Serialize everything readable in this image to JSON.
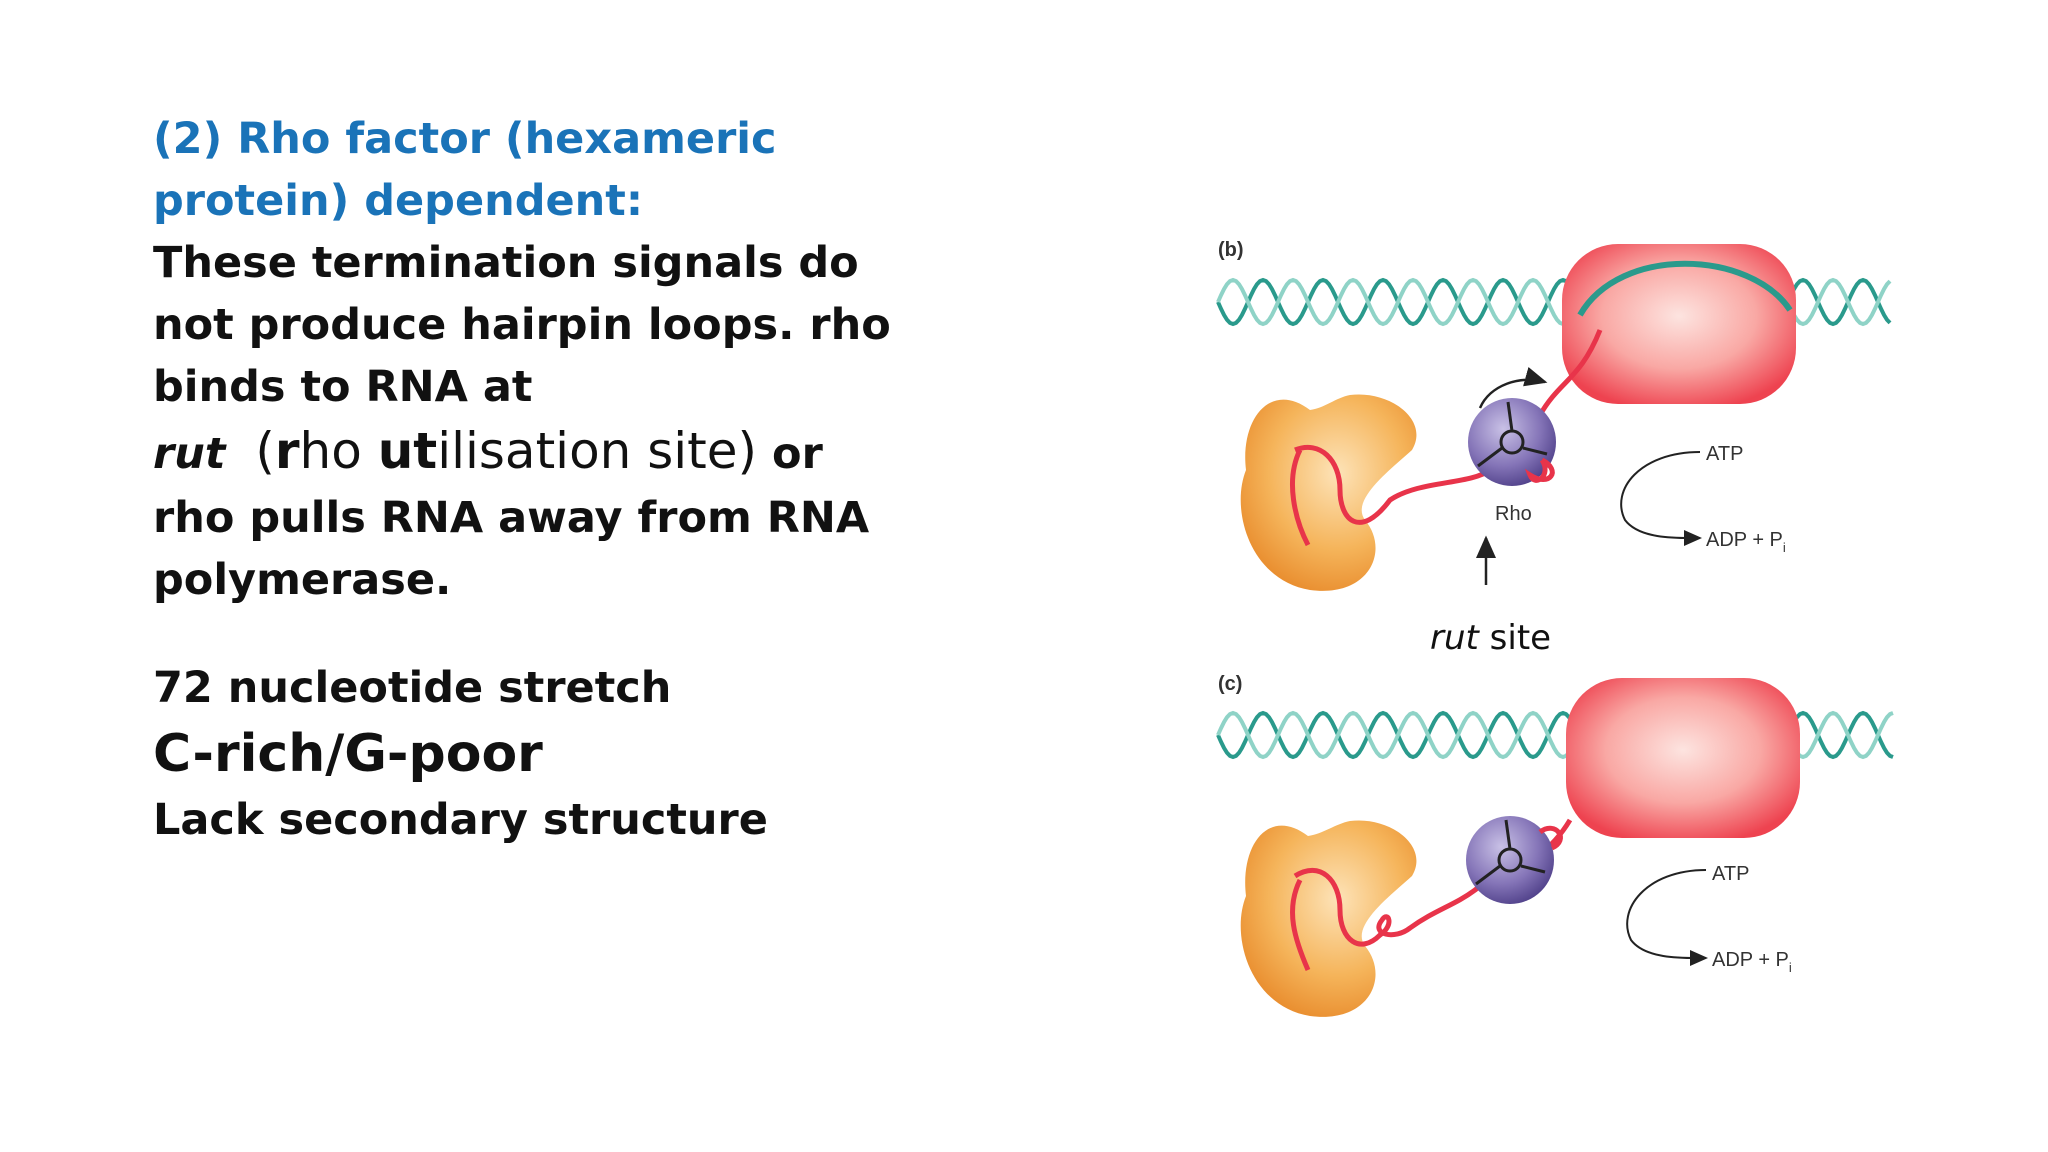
{
  "heading": "(2) Rho factor (hexameric protein) dependent:",
  "body": {
    "para1": "These termination signals do not produce hairpin loops.  rho binds to RNA at",
    "rut_italic": "rut",
    "rut_open": "(",
    "rut_r": "r",
    "rut_ho": "ho ",
    "rut_ut": "ut",
    "rut_rest": "ilisation site)",
    "rut_or": " or",
    "para2": "rho pulls RNA away from RNA polymerase.",
    "line_a": "72 nucleotide stretch",
    "line_b": "C-rich/G-poor",
    "line_c": "Lack secondary structure"
  },
  "figure": {
    "panel_b": "(b)",
    "panel_c": "(c)",
    "rho_label": "Rho",
    "atp": "ATP",
    "adp": "ADP + P",
    "adp_sub": "i",
    "caption_italic": "rut",
    "caption_rest": " site"
  },
  "colors": {
    "heading": "#1a73b8",
    "dna_dark": "#2a9a8c",
    "dna_light": "#8fd3c7",
    "rnap": "#ef4b55",
    "ribosome": "#f2a94a",
    "rho": "#7a6aa8",
    "rna": "#e8344a"
  }
}
